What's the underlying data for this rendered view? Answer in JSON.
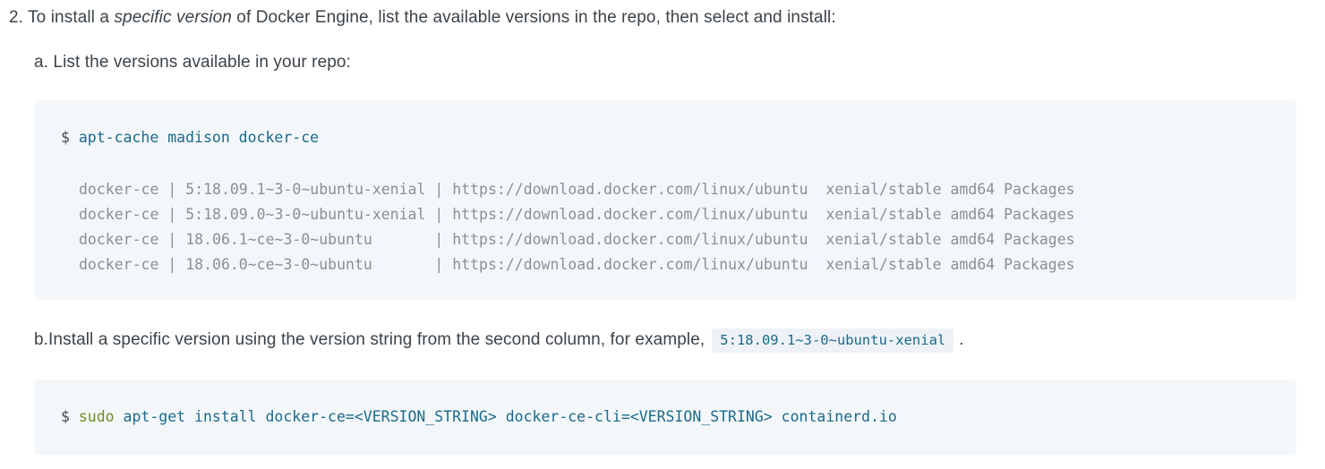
{
  "document": {
    "step": {
      "number": "2.",
      "text_before_em": " To install a ",
      "emphasis": "specific version",
      "text_after_em": " of Docker Engine, list the available versions in the repo, then select and install:"
    },
    "substep_a": {
      "label": "a.",
      "text": " List the versions available in your repo:"
    },
    "substep_b": {
      "label": "b.",
      "text_before_code": " Install a specific version using the version string from the second column, for example,",
      "inline_code": "5:18.09.1~3-0~ubuntu-xenial",
      "text_after_code": "."
    },
    "code_block_madison": {
      "prompt": "$",
      "command": "apt-cache madison docker-ce",
      "output_lines": [
        "docker-ce | 5:18.09.1~3-0~ubuntu-xenial | https://download.docker.com/linux/ubuntu  xenial/stable amd64 Packages",
        "docker-ce | 5:18.09.0~3-0~ubuntu-xenial | https://download.docker.com/linux/ubuntu  xenial/stable amd64 Packages",
        "docker-ce | 18.06.1~ce~3-0~ubuntu       | https://download.docker.com/linux/ubuntu  xenial/stable amd64 Packages",
        "docker-ce | 18.06.0~ce~3-0~ubuntu       | https://download.docker.com/linux/ubuntu  xenial/stable amd64 Packages"
      ]
    },
    "code_block_install": {
      "prompt": "$",
      "command_sudo": "sudo",
      "command_rest": " apt-get install docker-ce=<VERSION_STRING> docker-ce-cli=<VERSION_STRING> containerd.io"
    },
    "colors": {
      "code_background": "#f4f7fa",
      "command_blue": "#1a6a8c",
      "sudo_green": "#6b8e23",
      "output_grey": "#8b8f93",
      "body_text": "#3c4349",
      "inline_code_background": "#eef2f6"
    }
  }
}
